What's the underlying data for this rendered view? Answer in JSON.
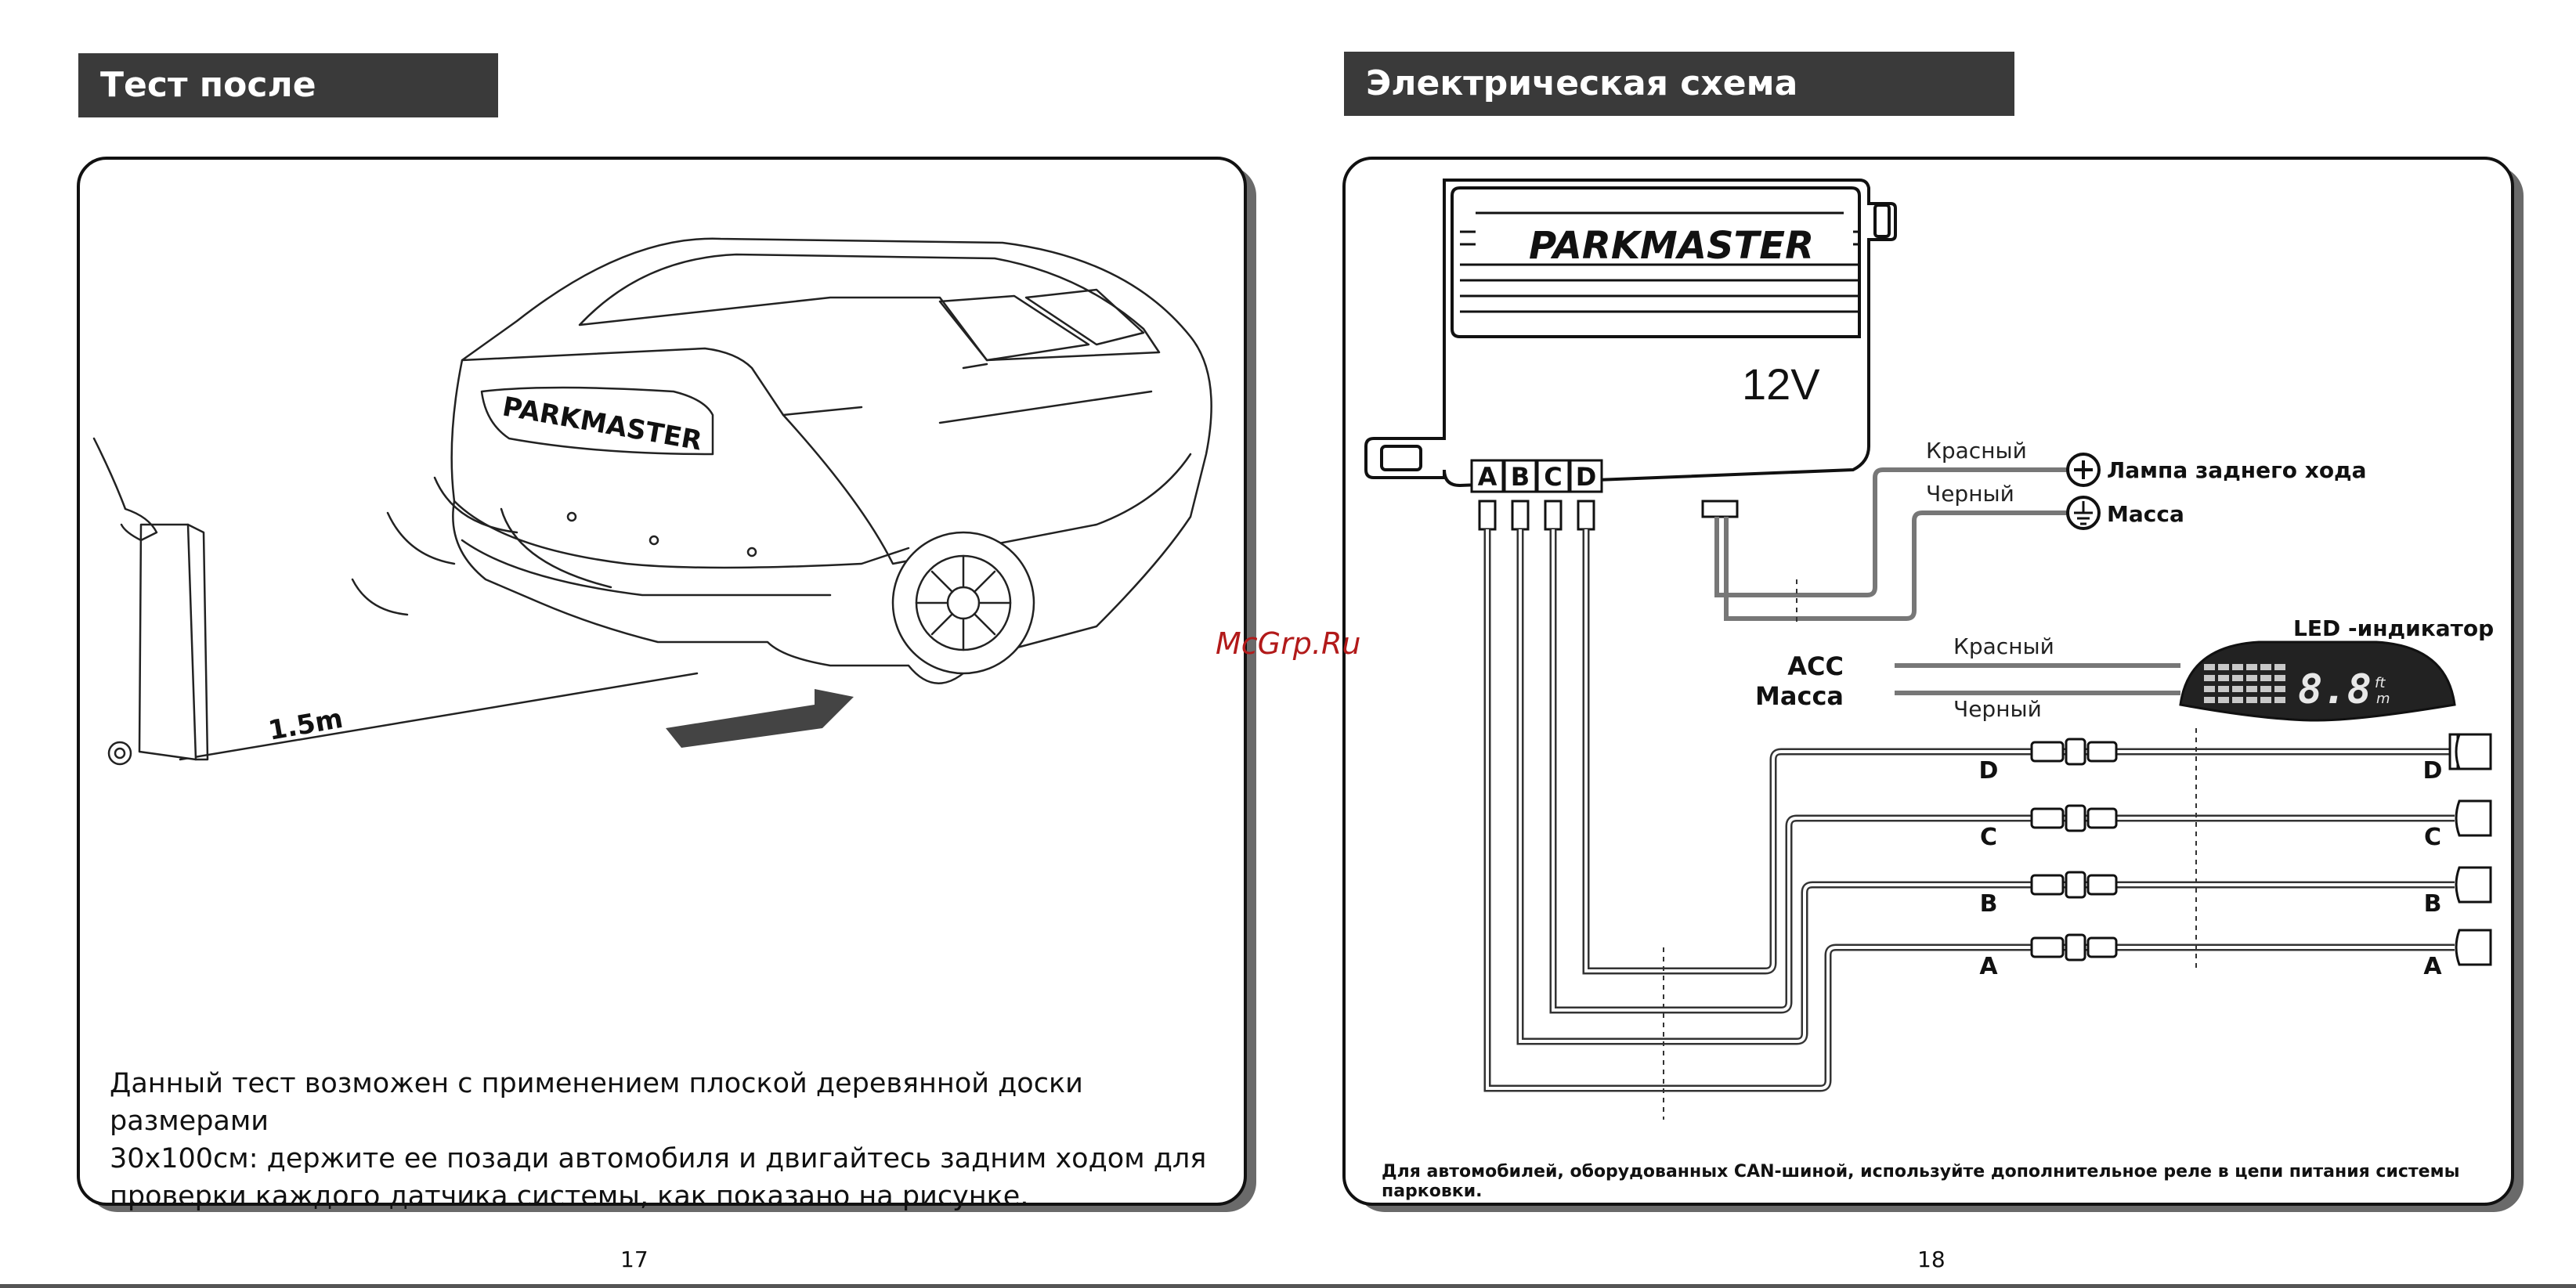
{
  "left_page": {
    "title": "Тест после установки",
    "illustration": {
      "car_plate": "PARKMASTER",
      "distance_label": "1.5m"
    },
    "description_lines": [
      "Данный тест возможен с применением плоской деревянной доски размерами",
      "30x100см: держите ее позади автомобиля и двигайтесь задним ходом для",
      "проверки каждого датчика системы, как показано на рисунке."
    ],
    "page_number": "17"
  },
  "right_page": {
    "title": "Электрическая схема подключения",
    "diagram": {
      "unit_brand": "PARKMASTER",
      "unit_voltage": "12V",
      "connectors": [
        "A",
        "B",
        "C",
        "D"
      ],
      "reverse_wire_color": "Красный",
      "reverse_target": "Лампа заднего хода",
      "ground_wire_color": "Черный",
      "ground_target": "Масса",
      "indicator_label": "LED -индикатор",
      "indicator_acc": "ACC",
      "indicator_acc_color": "Красный",
      "indicator_ground": "Масса",
      "indicator_ground_color": "Черный",
      "indicator_display": "8.8",
      "indicator_unit_ft": "ft",
      "indicator_unit_m": "m",
      "sensor_rows": [
        {
          "left": "D",
          "right": "D"
        },
        {
          "left": "C",
          "right": "C"
        },
        {
          "left": "B",
          "right": "B"
        },
        {
          "left": "A",
          "right": "A"
        }
      ]
    },
    "note": "Для автомобилей, оборудованных CAN-шиной, используйте дополнительное реле в цепи питания системы парковки.",
    "page_number": "18"
  },
  "watermark": "McGrp.Ru"
}
